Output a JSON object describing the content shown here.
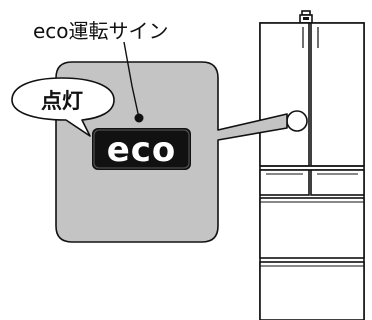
{
  "diagram": {
    "callout_label": "eco運転サイン",
    "status_bubble": "点灯",
    "indicator_text": "eco"
  },
  "colors": {
    "panel_fill": "#c4c4c4",
    "outline": "#111111",
    "indicator_bg": "#111111",
    "indicator_text": "#ffffff",
    "fridge_fill": "#ffffff"
  },
  "icons": {
    "indicator": "eco-indicator-icon",
    "hinge": "fridge-top-hinge-icon"
  }
}
